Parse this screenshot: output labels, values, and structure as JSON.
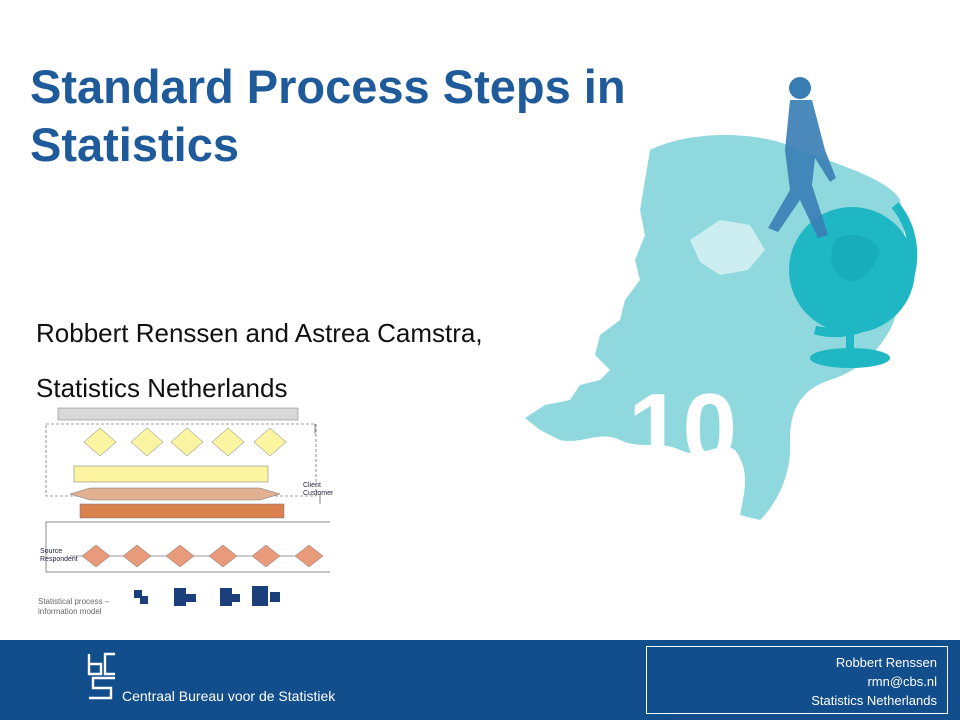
{
  "slide": {
    "title": "Standard Process Steps in Statistics",
    "subtitle_line1": "Robbert Renssen and Astrea Camstra,",
    "subtitle_line2": "Statistics Netherlands",
    "decor_number": "10"
  },
  "diagram": {
    "source_label": "Source Respondent",
    "client_label": "Client Customer",
    "model_label": "Statistical process – information model"
  },
  "footer": {
    "org_name": "Centraal Bureau voor de Statistiek",
    "contact": {
      "name": "Robbert Renssen",
      "email": "rmn@cbs.nl",
      "org": "Statistics Netherlands"
    }
  },
  "colors": {
    "title": "#1f5a9b",
    "footer_bg": "#124d8c",
    "map": "#8fd9de",
    "globe": "#1fb7c4",
    "figure": "#3a7db5"
  },
  "icons": [
    "cbs-logo-icon",
    "netherlands-map-icon",
    "globe-icon",
    "walking-man-icon"
  ]
}
